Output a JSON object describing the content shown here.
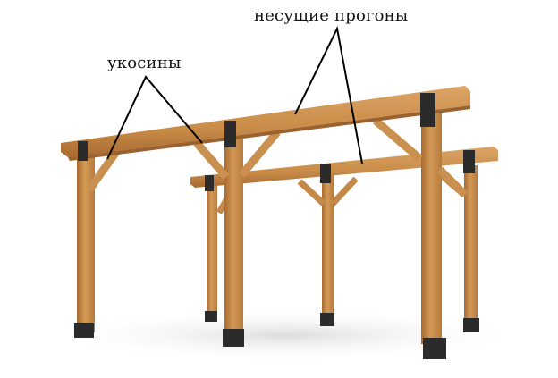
{
  "diagram": {
    "subject": "wooden pergola frame with posts, load-bearing purlins and diagonal braces",
    "labels": {
      "purlins": "несущие прогоны",
      "braces": "укосины"
    },
    "colors": {
      "wood_light": "#d09552",
      "wood_mid": "#b87a3c",
      "wood_dark": "#9a6230",
      "bracket": "#2b2b2b",
      "leader_line": "#000000",
      "background": "#ffffff",
      "shadow": "#e6e6e6"
    }
  }
}
